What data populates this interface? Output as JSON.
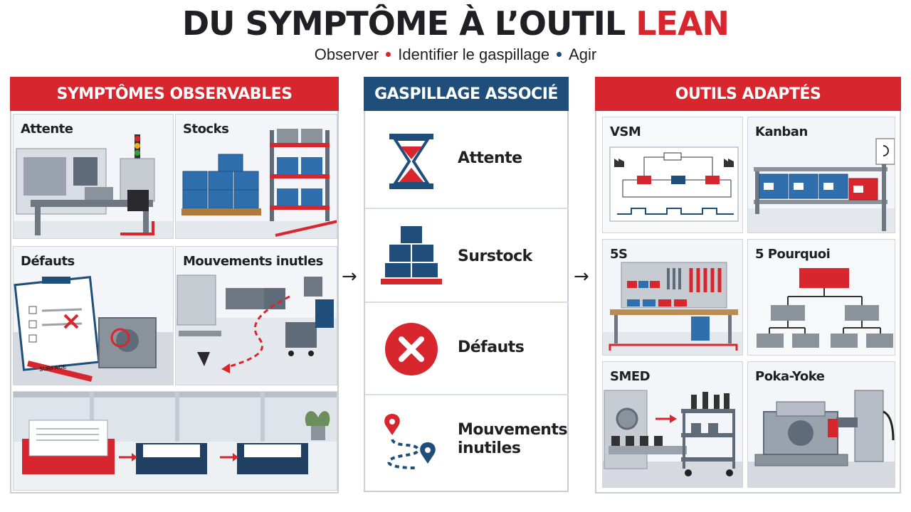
{
  "header": {
    "title_main": "DU SYMPTÔME À L’OUTIL ",
    "title_accent": "LEAN",
    "steps": [
      "Observer",
      "Identifier le gaspillage",
      "Agir"
    ]
  },
  "symptoms": {
    "heading": "SYMPTÔMES OBSERVABLES",
    "tiles": [
      "Attente",
      "Stocks",
      "Défauts",
      "Mouvements inutles"
    ],
    "doc_label": "SURFACE"
  },
  "waste": {
    "heading": "GASPILLAGE ASSOCIÉ",
    "items": [
      {
        "label": "Attente",
        "icon": "hourglass-icon"
      },
      {
        "label": "Surstock",
        "icon": "stacked-boxes-icon"
      },
      {
        "label": "Défauts",
        "icon": "error-x-icon"
      },
      {
        "label": "Mouvements inutiles",
        "icon": "route-pin-icon"
      }
    ]
  },
  "tools": {
    "heading": "OUTILS ADAPTÉS",
    "tiles": [
      "VSM",
      "Kanban",
      "5S",
      "5 Pourquoi",
      "SMED",
      "Poka-Yoke"
    ]
  },
  "arrows": [
    "→",
    "→"
  ],
  "colors": {
    "red": "#d7262e",
    "blue": "#1f4e7a",
    "bin_blue": "#2f6fae"
  }
}
